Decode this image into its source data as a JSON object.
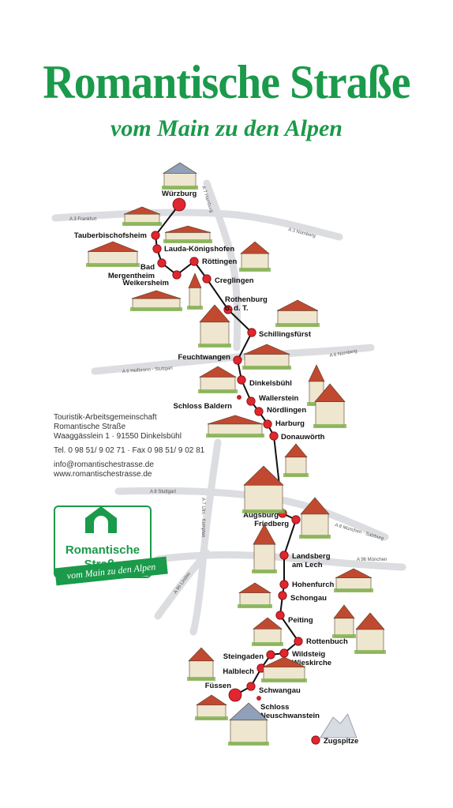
{
  "title": "Romantische Straße",
  "subtitle": "vom Main zu den Alpen",
  "info": {
    "lines": [
      "Touristik-Arbeitsgemeinschaft",
      "Romantische Straße",
      "Waaggässlein 1 · 91550 Dinkelsbühl"
    ],
    "phone": "Tel. 0 98 51/ 9 02 71 · Fax 0 98 51/ 9 02 81",
    "email": "info@romantischestrasse.de",
    "web": "www.romantischestrasse.de"
  },
  "logo": {
    "line1": "Romantische",
    "line2": "Straße",
    "banner": "vom Main zu den Alpen"
  },
  "highways": [
    "A 3 Frankfurt",
    "A 7 Hamburg",
    "A 3 Nürnberg",
    "A 6 Heilbronn - Stuttgart",
    "A 6 Nürnberg",
    "A 8 Stuttgart",
    "A 7 Ulm - Kempten",
    "A 8 München - Salzburg",
    "A 96 München",
    "A 96 Lindau"
  ],
  "places": [
    {
      "id": "wuerzburg",
      "name": "Würzburg",
      "major": true
    },
    {
      "id": "tauberbischofsheim",
      "name": "Tauberbischofsheim"
    },
    {
      "id": "lauda",
      "name": "Lauda-Königshofen"
    },
    {
      "id": "bad-mergentheim",
      "name": "Bad\nMergentheim"
    },
    {
      "id": "weikersheim",
      "name": "Weikersheim"
    },
    {
      "id": "roettingen",
      "name": "Röttingen"
    },
    {
      "id": "creglingen",
      "name": "Creglingen"
    },
    {
      "id": "rothenburg",
      "name": "Rothenburg\no. d. T."
    },
    {
      "id": "schillingsfuerst",
      "name": "Schillingsfürst"
    },
    {
      "id": "feuchtwangen",
      "name": "Feuchtwangen"
    },
    {
      "id": "dinkelsbuehl",
      "name": "Dinkelsbühl"
    },
    {
      "id": "schloss-baldern",
      "name": "Schloss Baldern",
      "minor": true
    },
    {
      "id": "wallerstein",
      "name": "Wallerstein"
    },
    {
      "id": "noerdlingen",
      "name": "Nördlingen"
    },
    {
      "id": "harburg",
      "name": "Harburg"
    },
    {
      "id": "donauwoerth",
      "name": "Donauwörth"
    },
    {
      "id": "augsburg",
      "name": "Augsburg"
    },
    {
      "id": "friedberg",
      "name": "Friedberg"
    },
    {
      "id": "landsberg",
      "name": "Landsberg\nam Lech"
    },
    {
      "id": "hohenfurch",
      "name": "Hohenfurch"
    },
    {
      "id": "schongau",
      "name": "Schongau"
    },
    {
      "id": "peiting",
      "name": "Peiting"
    },
    {
      "id": "rottenbuch",
      "name": "Rottenbuch"
    },
    {
      "id": "wildsteig",
      "name": "Wildsteig\nWieskirche"
    },
    {
      "id": "steingaden",
      "name": "Steingaden"
    },
    {
      "id": "halblech",
      "name": "Halblech"
    },
    {
      "id": "schwangau",
      "name": "Schwangau"
    },
    {
      "id": "fuessen",
      "name": "Füssen",
      "major": true
    },
    {
      "id": "neuschwanstein",
      "name": "Schloss\nNeuschwanstein",
      "minor": true
    },
    {
      "id": "zugspitze",
      "name": "Zugspitze"
    }
  ],
  "colors": {
    "route": "#111111",
    "dot": "#e0262e",
    "title": "#1a9a4a",
    "road": "#dcdde0"
  }
}
